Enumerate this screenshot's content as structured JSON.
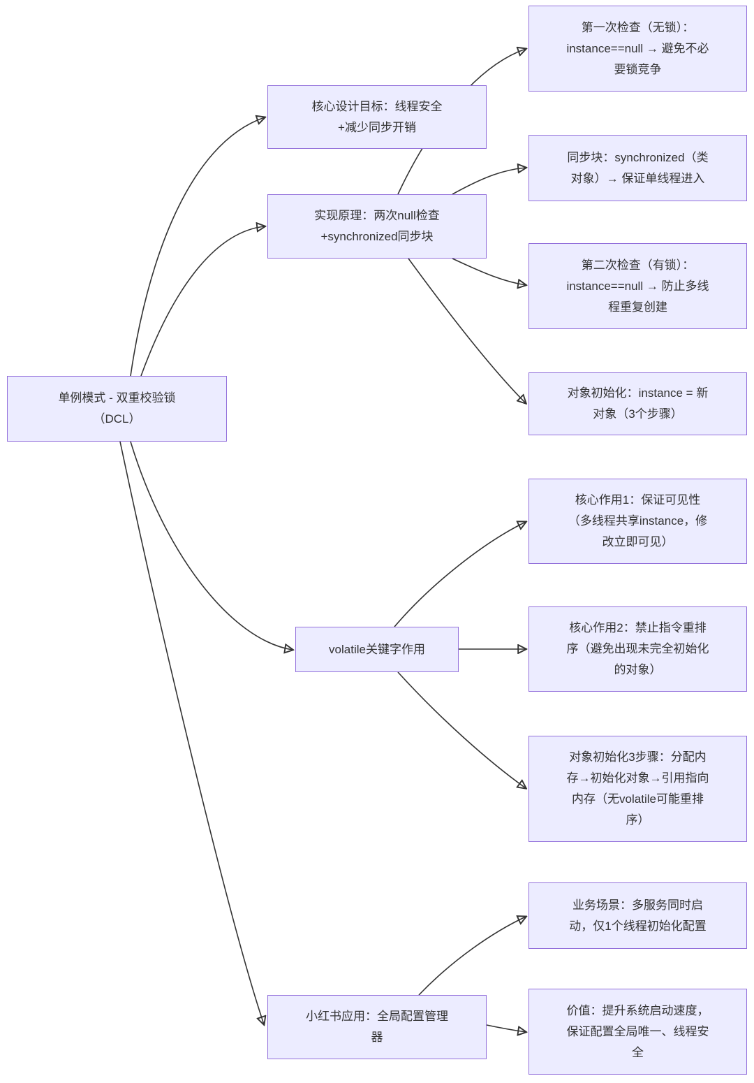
{
  "diagram": {
    "type": "flowchart-mindmap",
    "title": "单例模式 - 双重校验锁（DCL）",
    "colors": {
      "background": "#ffffff",
      "node_fill": "#ECECFF",
      "node_border": "#9370DB",
      "edge_color": "#333333",
      "text_color": "#333333"
    }
  },
  "nodes": {
    "root": {
      "label": "单例模式 - 双重校验锁\n（DCL）"
    },
    "goal": {
      "label": "核心设计目标：线程安全\n+减少同步开销"
    },
    "principle": {
      "label": "实现原理：两次null检查\n+synchronized同步块"
    },
    "volatile": {
      "label": "volatile关键字作用"
    },
    "xhs": {
      "label": "小红书应用：全局配置管理\n器"
    },
    "check1": {
      "label": "第一次检查（无锁）：\ninstance==null → 避免不必\n要锁竞争"
    },
    "sync": {
      "label": "同步块：synchronized（类\n对象）→ 保证单线程进入"
    },
    "check2": {
      "label": "第二次检查（有锁）：\ninstance==null → 防止多线\n程重复创建"
    },
    "init": {
      "label": "对象初始化：instance = 新\n对象（3个步骤）"
    },
    "effect1": {
      "label": "核心作用1：保证可见性\n（多线程共享instance，修\n改立即可见）"
    },
    "effect2": {
      "label": "核心作用2：禁止指令重排\n序（避免出现未完全初始化\n的对象）"
    },
    "steps": {
      "label": "对象初始化3步骤：分配内\n存→初始化对象→引用指向\n内存（无volatile可能重排\n序）"
    },
    "scene": {
      "label": "业务场景：多服务同时启\n动，仅1个线程初始化配置"
    },
    "value": {
      "label": "价值：提升系统启动速度，\n保证配置全局唯一、线程安\n全"
    }
  },
  "edges": [
    {
      "from": "root",
      "to": "goal"
    },
    {
      "from": "root",
      "to": "principle"
    },
    {
      "from": "root",
      "to": "volatile"
    },
    {
      "from": "root",
      "to": "xhs"
    },
    {
      "from": "principle",
      "to": "check1"
    },
    {
      "from": "principle",
      "to": "sync"
    },
    {
      "from": "principle",
      "to": "check2"
    },
    {
      "from": "principle",
      "to": "init"
    },
    {
      "from": "volatile",
      "to": "effect1"
    },
    {
      "from": "volatile",
      "to": "effect2"
    },
    {
      "from": "volatile",
      "to": "steps"
    },
    {
      "from": "xhs",
      "to": "scene"
    },
    {
      "from": "xhs",
      "to": "value"
    }
  ]
}
